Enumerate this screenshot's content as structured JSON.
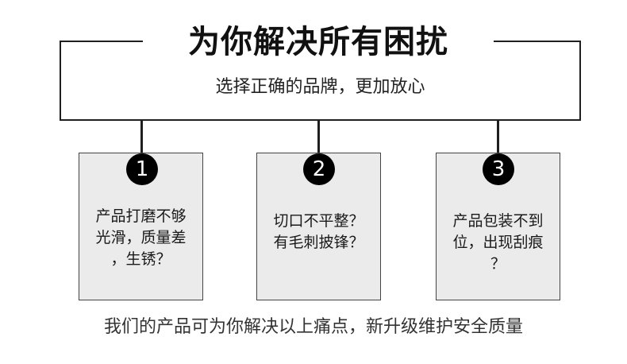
{
  "header": {
    "title": "为你解决所有困扰",
    "subtitle": "选择正确的品牌，更加放心"
  },
  "cards": [
    {
      "number": "1",
      "lines": [
        "产品打磨不够",
        "光滑，质量差",
        "，生锈？"
      ]
    },
    {
      "number": "2",
      "lines": [
        "切口不平整？",
        "有毛刺披锋？"
      ]
    },
    {
      "number": "3",
      "lines": [
        "产品包装不到",
        "位，出现刮痕",
        "？"
      ]
    }
  ],
  "footer": {
    "text": "我们的产品可为你解决以上痛点，新升级维护安全质量"
  }
}
